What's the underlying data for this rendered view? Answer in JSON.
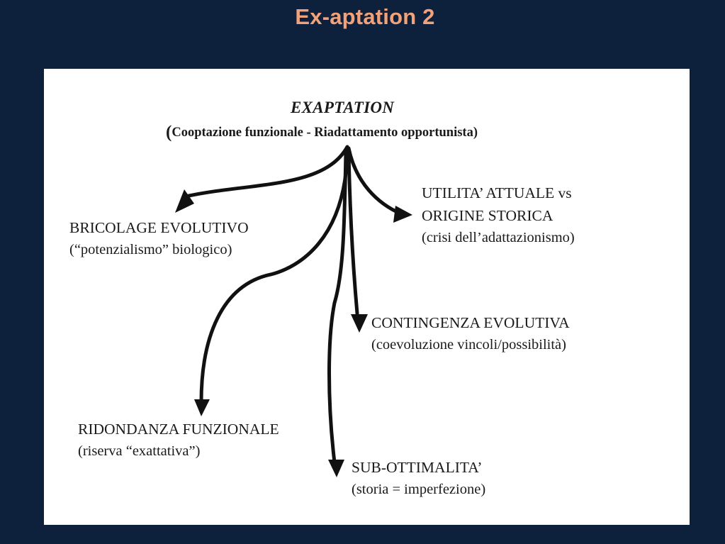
{
  "slide": {
    "title": "Ex-aptation 2"
  },
  "diagram": {
    "root": {
      "title": "EXAPTATION",
      "subtitle_open": "(",
      "subtitle_text": "Cooptazione funzionale - Riadattamento opportunista)"
    },
    "nodes": {
      "bricolage": {
        "heading": "BRICOLAGE EVOLUTIVO",
        "detail": "(“potenzialismo” biologico)"
      },
      "utilita": {
        "heading_line1": "UTILITA’ ATTUALE vs",
        "heading_line2": "ORIGINE STORICA",
        "detail": "(crisi dell’adattazionismo)"
      },
      "contingenza": {
        "heading": "CONTINGENZA EVOLUTIVA",
        "detail": "(coevoluzione vincoli/possibilità)"
      },
      "ridondanza": {
        "heading": "RIDONDANZA FUNZIONALE",
        "detail": "(riserva “exattativa”)"
      },
      "subottimalita": {
        "heading": "SUB-OTTIMALITA’",
        "detail": "(storia = imperfezione)"
      }
    },
    "colors": {
      "background": "#0d213d",
      "title": "#f2a27a",
      "panel": "#ffffff",
      "ink": "#1a1a1a"
    }
  }
}
